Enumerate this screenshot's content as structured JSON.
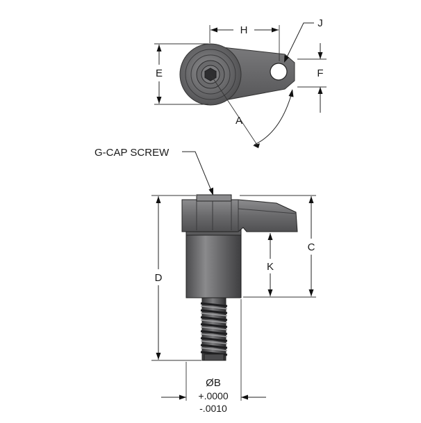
{
  "labels": {
    "H": "H",
    "J": "J",
    "E": "E",
    "F": "F",
    "A": "A",
    "g_cap": "G-CAP SCREW",
    "C": "C",
    "D": "D",
    "K": "K",
    "B": "ØB",
    "tol_plus": "+.0000",
    "tol_minus": "-.0010"
  },
  "colors": {
    "body_dark": "#5a5a5c",
    "body_mid": "#7a7a7c",
    "body_light": "#9a9a9c",
    "line": "#1a1a1a"
  }
}
